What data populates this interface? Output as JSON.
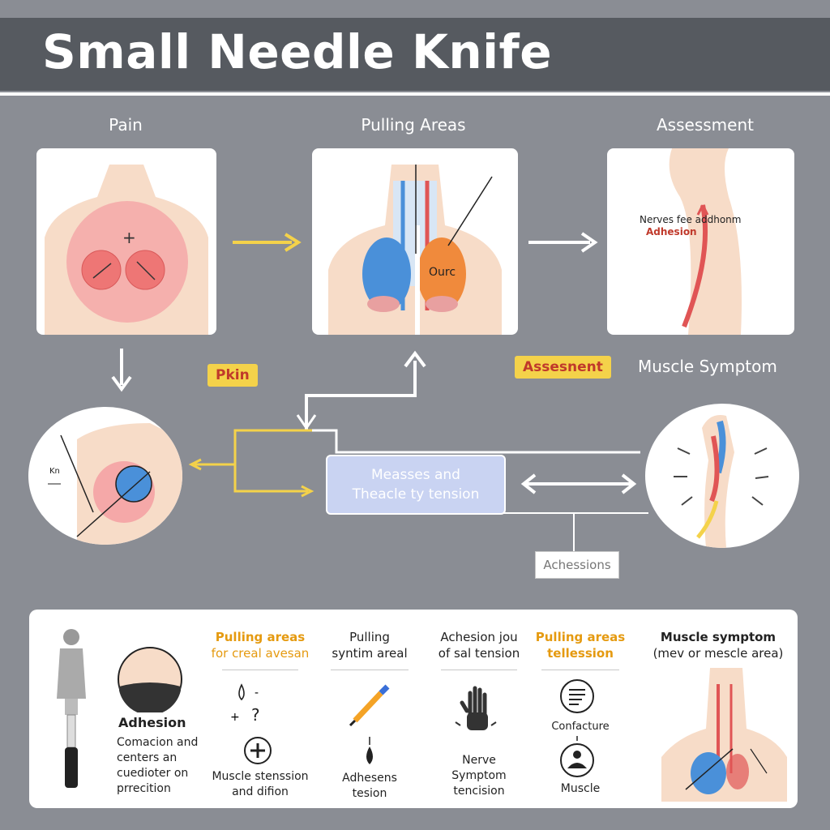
{
  "title": "Small Needle Knife",
  "columns": {
    "pain": "Pain",
    "pulling": "Pulling Areas",
    "assessment": "Assessment"
  },
  "panels": {
    "pulling_mark": "Ourc",
    "assessment_line1": "Nerves fee    addhonm",
    "assessment_line2": "Adhesion",
    "circle_left_mark": "Kn"
  },
  "tags": {
    "pkin": "Pkin",
    "assesnent": "Assesnent",
    "muscle_symptom": "Muscle Symptom"
  },
  "center_box": {
    "line1": "Measses and",
    "line2": "Theacle ty tension"
  },
  "adhesions_label": "Achessions",
  "bottom": {
    "adhesion_title": "Adhesion",
    "adhesion_desc": [
      "Comacion and",
      "centers an",
      "cuedioter on",
      "prrecition"
    ],
    "col1_head": [
      "Pulling areas",
      "for creal avesan"
    ],
    "col1_foot": [
      "Muscle stenssion",
      "and difion"
    ],
    "col2_head": [
      "Pulling",
      "syntim areal"
    ],
    "col2_foot": [
      "Adhesens",
      "tesion"
    ],
    "col3_head": [
      "Achesion jou",
      "of sal tension"
    ],
    "col3_foot": [
      "Nerve",
      "Symptom",
      "tencision"
    ],
    "col4_head": [
      "Pulling areas",
      "tellession"
    ],
    "col4_mid": "Confacture",
    "col4_foot": "Muscle",
    "col5_head": [
      "Muscle symptom",
      "(mev or mescle area)"
    ]
  },
  "colors": {
    "background": "#8a8d94",
    "title_bar": "#565a60",
    "accent_yellow": "#f4d24a",
    "accent_red": "#c0392b",
    "accent_orange": "#e59a10",
    "skin": "#f7dcc8"
  }
}
